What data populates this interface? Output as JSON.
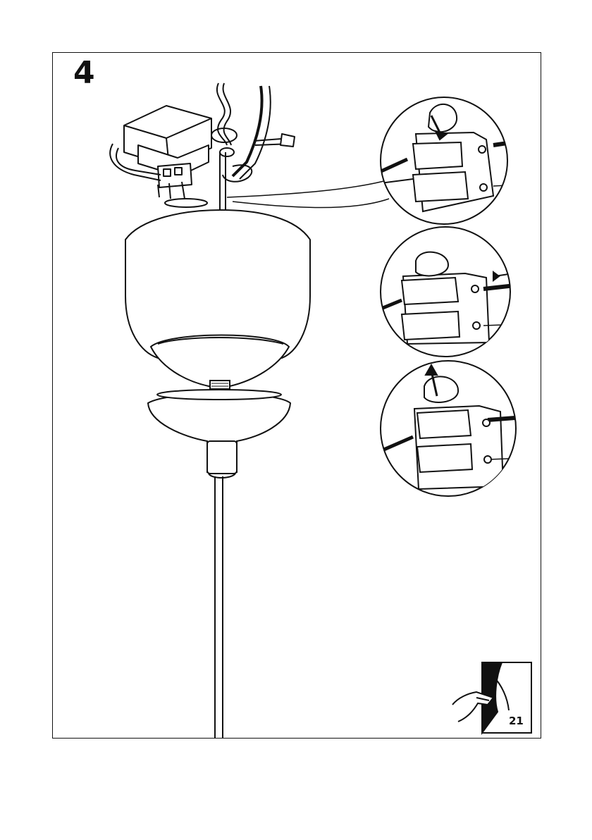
{
  "page": {
    "step_number": "4",
    "page_number": "21"
  },
  "icons": {
    "main_illustration": "pendant-lamp-assembly",
    "detail_1": "terminal-block-press-lever",
    "detail_2": "terminal-block-insert-wire",
    "detail_3": "terminal-block-release-lever",
    "turn_page": "turn-page-icon"
  },
  "colors": {
    "line": "#111111",
    "background": "#ffffff"
  }
}
